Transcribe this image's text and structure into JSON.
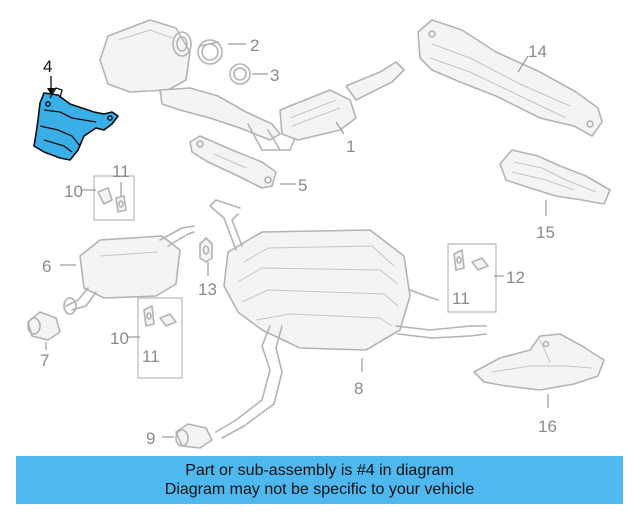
{
  "diagram": {
    "callouts": {
      "c1": "1",
      "c2": "2",
      "c3": "3",
      "c4": "4",
      "c5": "5",
      "c6": "6",
      "c7": "7",
      "c8": "8",
      "c9": "9",
      "c10a": "10",
      "c10b": "10",
      "c11a": "11",
      "c11b": "11",
      "c11c": "11",
      "c12": "12",
      "c13": "13",
      "c14": "14",
      "c15": "15",
      "c16": "16"
    },
    "highlight_color": "#3aaee6"
  },
  "banner": {
    "line1": "Part or sub-assembly is #4 in diagram",
    "line2": "Diagram may not be specific to your vehicle",
    "background": "#4fb8ef"
  }
}
